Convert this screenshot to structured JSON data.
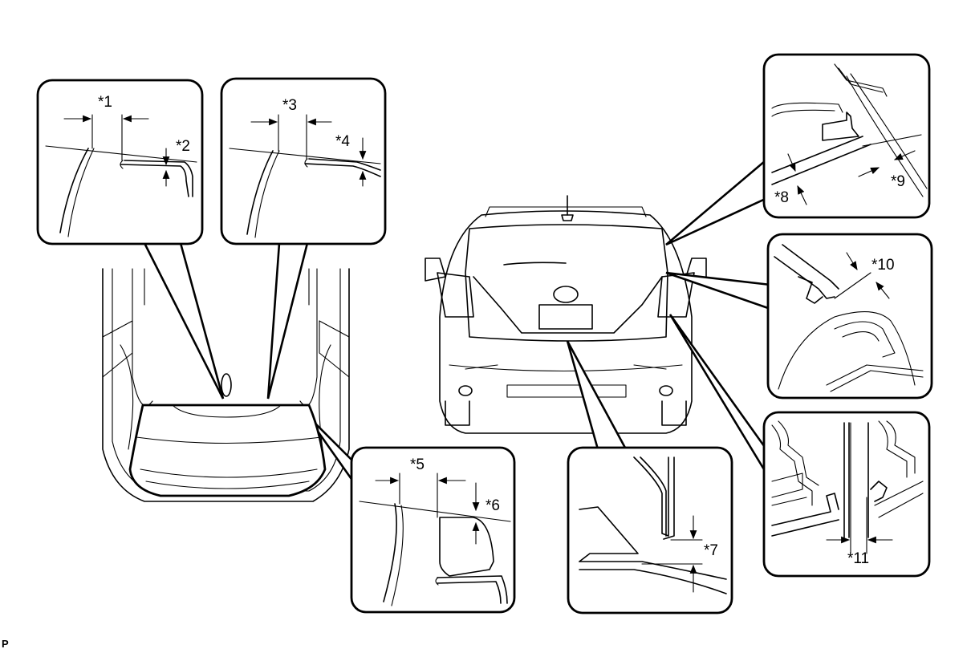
{
  "labels": {
    "l1": "*1",
    "l2": "*2",
    "l3": "*3",
    "l4": "*4",
    "l5": "*5",
    "l6": "*6",
    "l7": "*7",
    "l8": "*8",
    "l9": "*9",
    "l10": "*10",
    "l11": "*11"
  },
  "corner_mark": "P"
}
